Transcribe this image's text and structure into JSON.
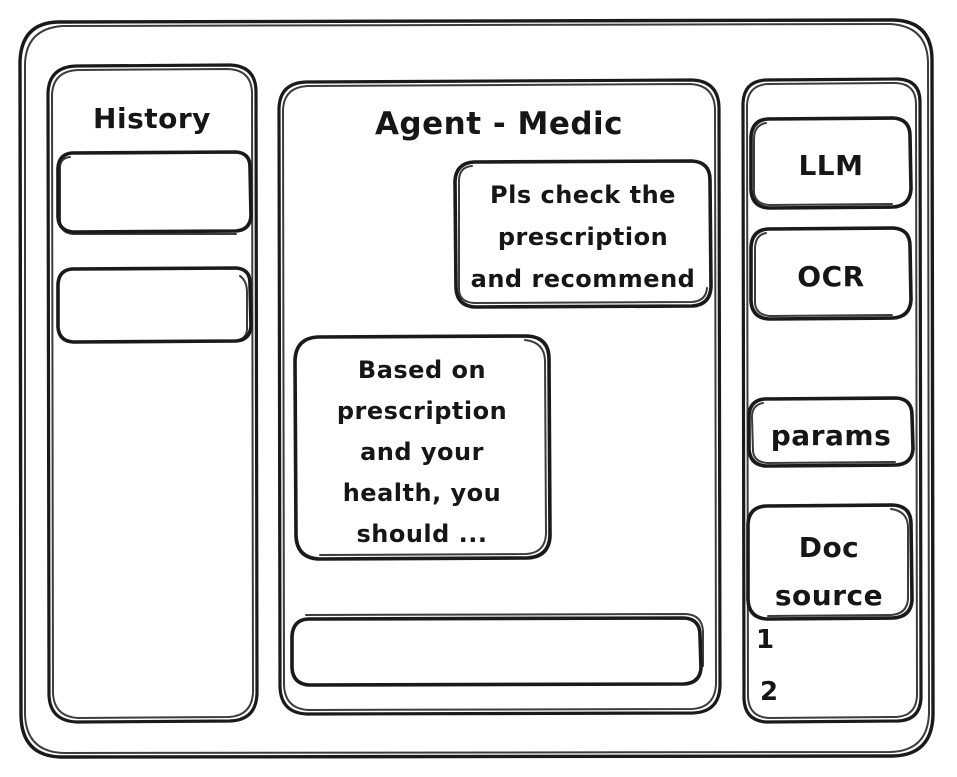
{
  "app": {
    "style": "hand-drawn-wireframe",
    "ink_color": "#1a1a1a",
    "background_color": "#ffffff"
  },
  "sidebar_left": {
    "title": "History",
    "items": [
      {
        "label": "",
        "name": "history-item-1"
      },
      {
        "label": "",
        "name": "history-item-2"
      }
    ]
  },
  "main": {
    "title": "Agent - Medic",
    "messages": [
      {
        "role": "user",
        "align": "right",
        "lines": [
          "Pls check the",
          "prescription",
          "and recommend"
        ]
      },
      {
        "role": "assistant",
        "align": "left",
        "lines": [
          "Based on",
          "prescription",
          "and your",
          "health, you",
          "should ..."
        ]
      }
    ],
    "composer": {
      "value": "",
      "placeholder": ""
    }
  },
  "sidebar_right": {
    "buttons": [
      {
        "label": "LLM",
        "name": "llm-button"
      },
      {
        "label": "OCR",
        "name": "ocr-button"
      },
      {
        "label": "params",
        "name": "params-button"
      }
    ],
    "doc_source": {
      "lines": [
        "Doc",
        "source"
      ],
      "list": [
        "1",
        "2"
      ]
    }
  }
}
